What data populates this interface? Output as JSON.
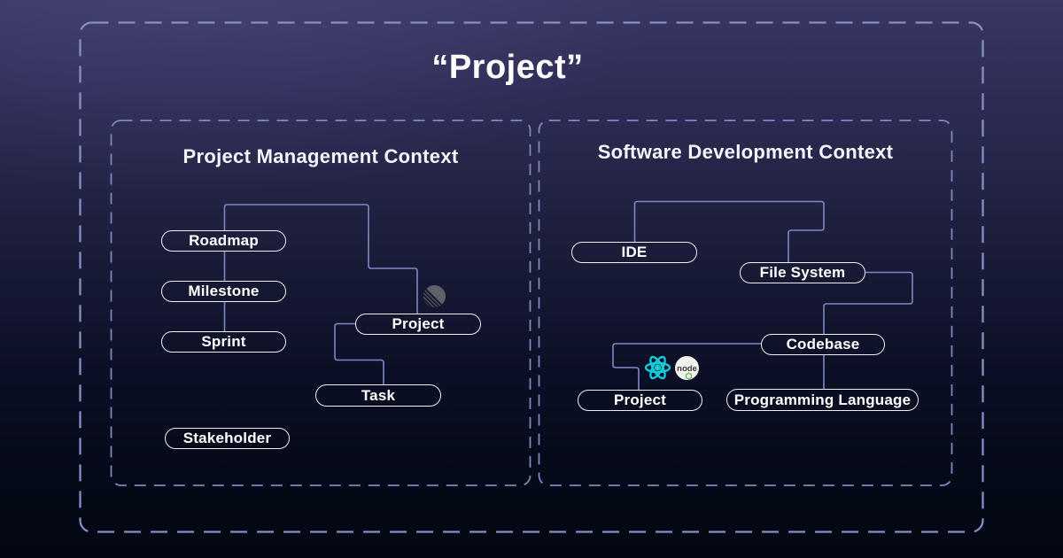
{
  "title": "“Project”",
  "panels": {
    "pm": {
      "title": "Project Management Context",
      "nodes": {
        "roadmap": "Roadmap",
        "milestone": "Milestone",
        "sprint": "Sprint",
        "stakeholder": "Stakeholder",
        "project": "Project",
        "task": "Task"
      }
    },
    "sd": {
      "title": "Software Development Context",
      "nodes": {
        "ide": "IDE",
        "file_system": "File System",
        "codebase": "Codebase",
        "project": "Project",
        "programming_language": "Programming Language"
      }
    }
  },
  "icons": {
    "striped_sphere": "striped-sphere",
    "react": "react-logo",
    "nodejs": "nodejs-logo",
    "nodejs_text": "node"
  },
  "colors": {
    "background_top": "#3a3763",
    "background_bottom": "#030711",
    "connector": "#7e87c9",
    "dashed_border": "#8690c7",
    "node_border": "#eef0f7",
    "react_cyan": "#12ccd9",
    "node_green": "#6fbf50",
    "sphere_gray": "#60606a",
    "text": "#ffffff"
  }
}
